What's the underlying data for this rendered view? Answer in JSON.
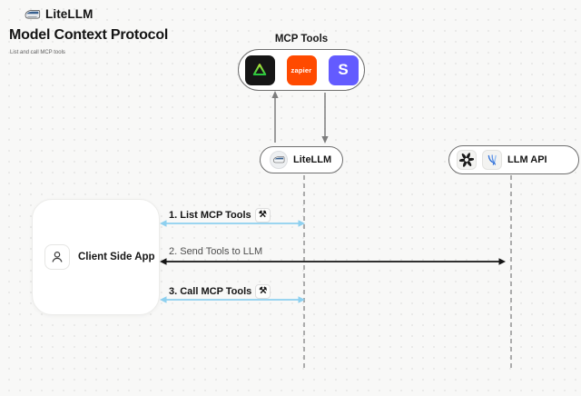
{
  "brand": {
    "name": "LiteLLM"
  },
  "header": {
    "title": "Model Context Protocol",
    "subtitle": "List and call MCP tools"
  },
  "mcp_tools": {
    "label": "MCP Tools",
    "zapier_label": "zapier",
    "s_label": "S",
    "icons": [
      "green-triangle-tool",
      "zapier",
      "s-tool"
    ]
  },
  "nodes": {
    "litellm": {
      "label": "LiteLLM"
    },
    "llm_api": {
      "label": "LLM API"
    },
    "client": {
      "label": "Client Side App"
    }
  },
  "sequence": {
    "steps": [
      {
        "label": "1. List MCP Tools",
        "has_tool_icon": true
      },
      {
        "label": "2. Send Tools to LLM",
        "has_tool_icon": false
      },
      {
        "label": "3. Call MCP Tools",
        "has_tool_icon": true
      }
    ]
  },
  "icons": {
    "tools_glyph": "⚒"
  },
  "colors": {
    "background": "#f8f8f7",
    "blue_arrow": "#8ed0ef",
    "black_arrow": "#141414",
    "gray_arrow": "#7d7d7d",
    "dashed_line": "#9a9a9a",
    "pill_border": "#6f6f6f",
    "zapier_orange": "#ff4a00",
    "s_purple": "#635bff",
    "triangle_green": "#3fd945",
    "dark_chip": "#161616"
  }
}
